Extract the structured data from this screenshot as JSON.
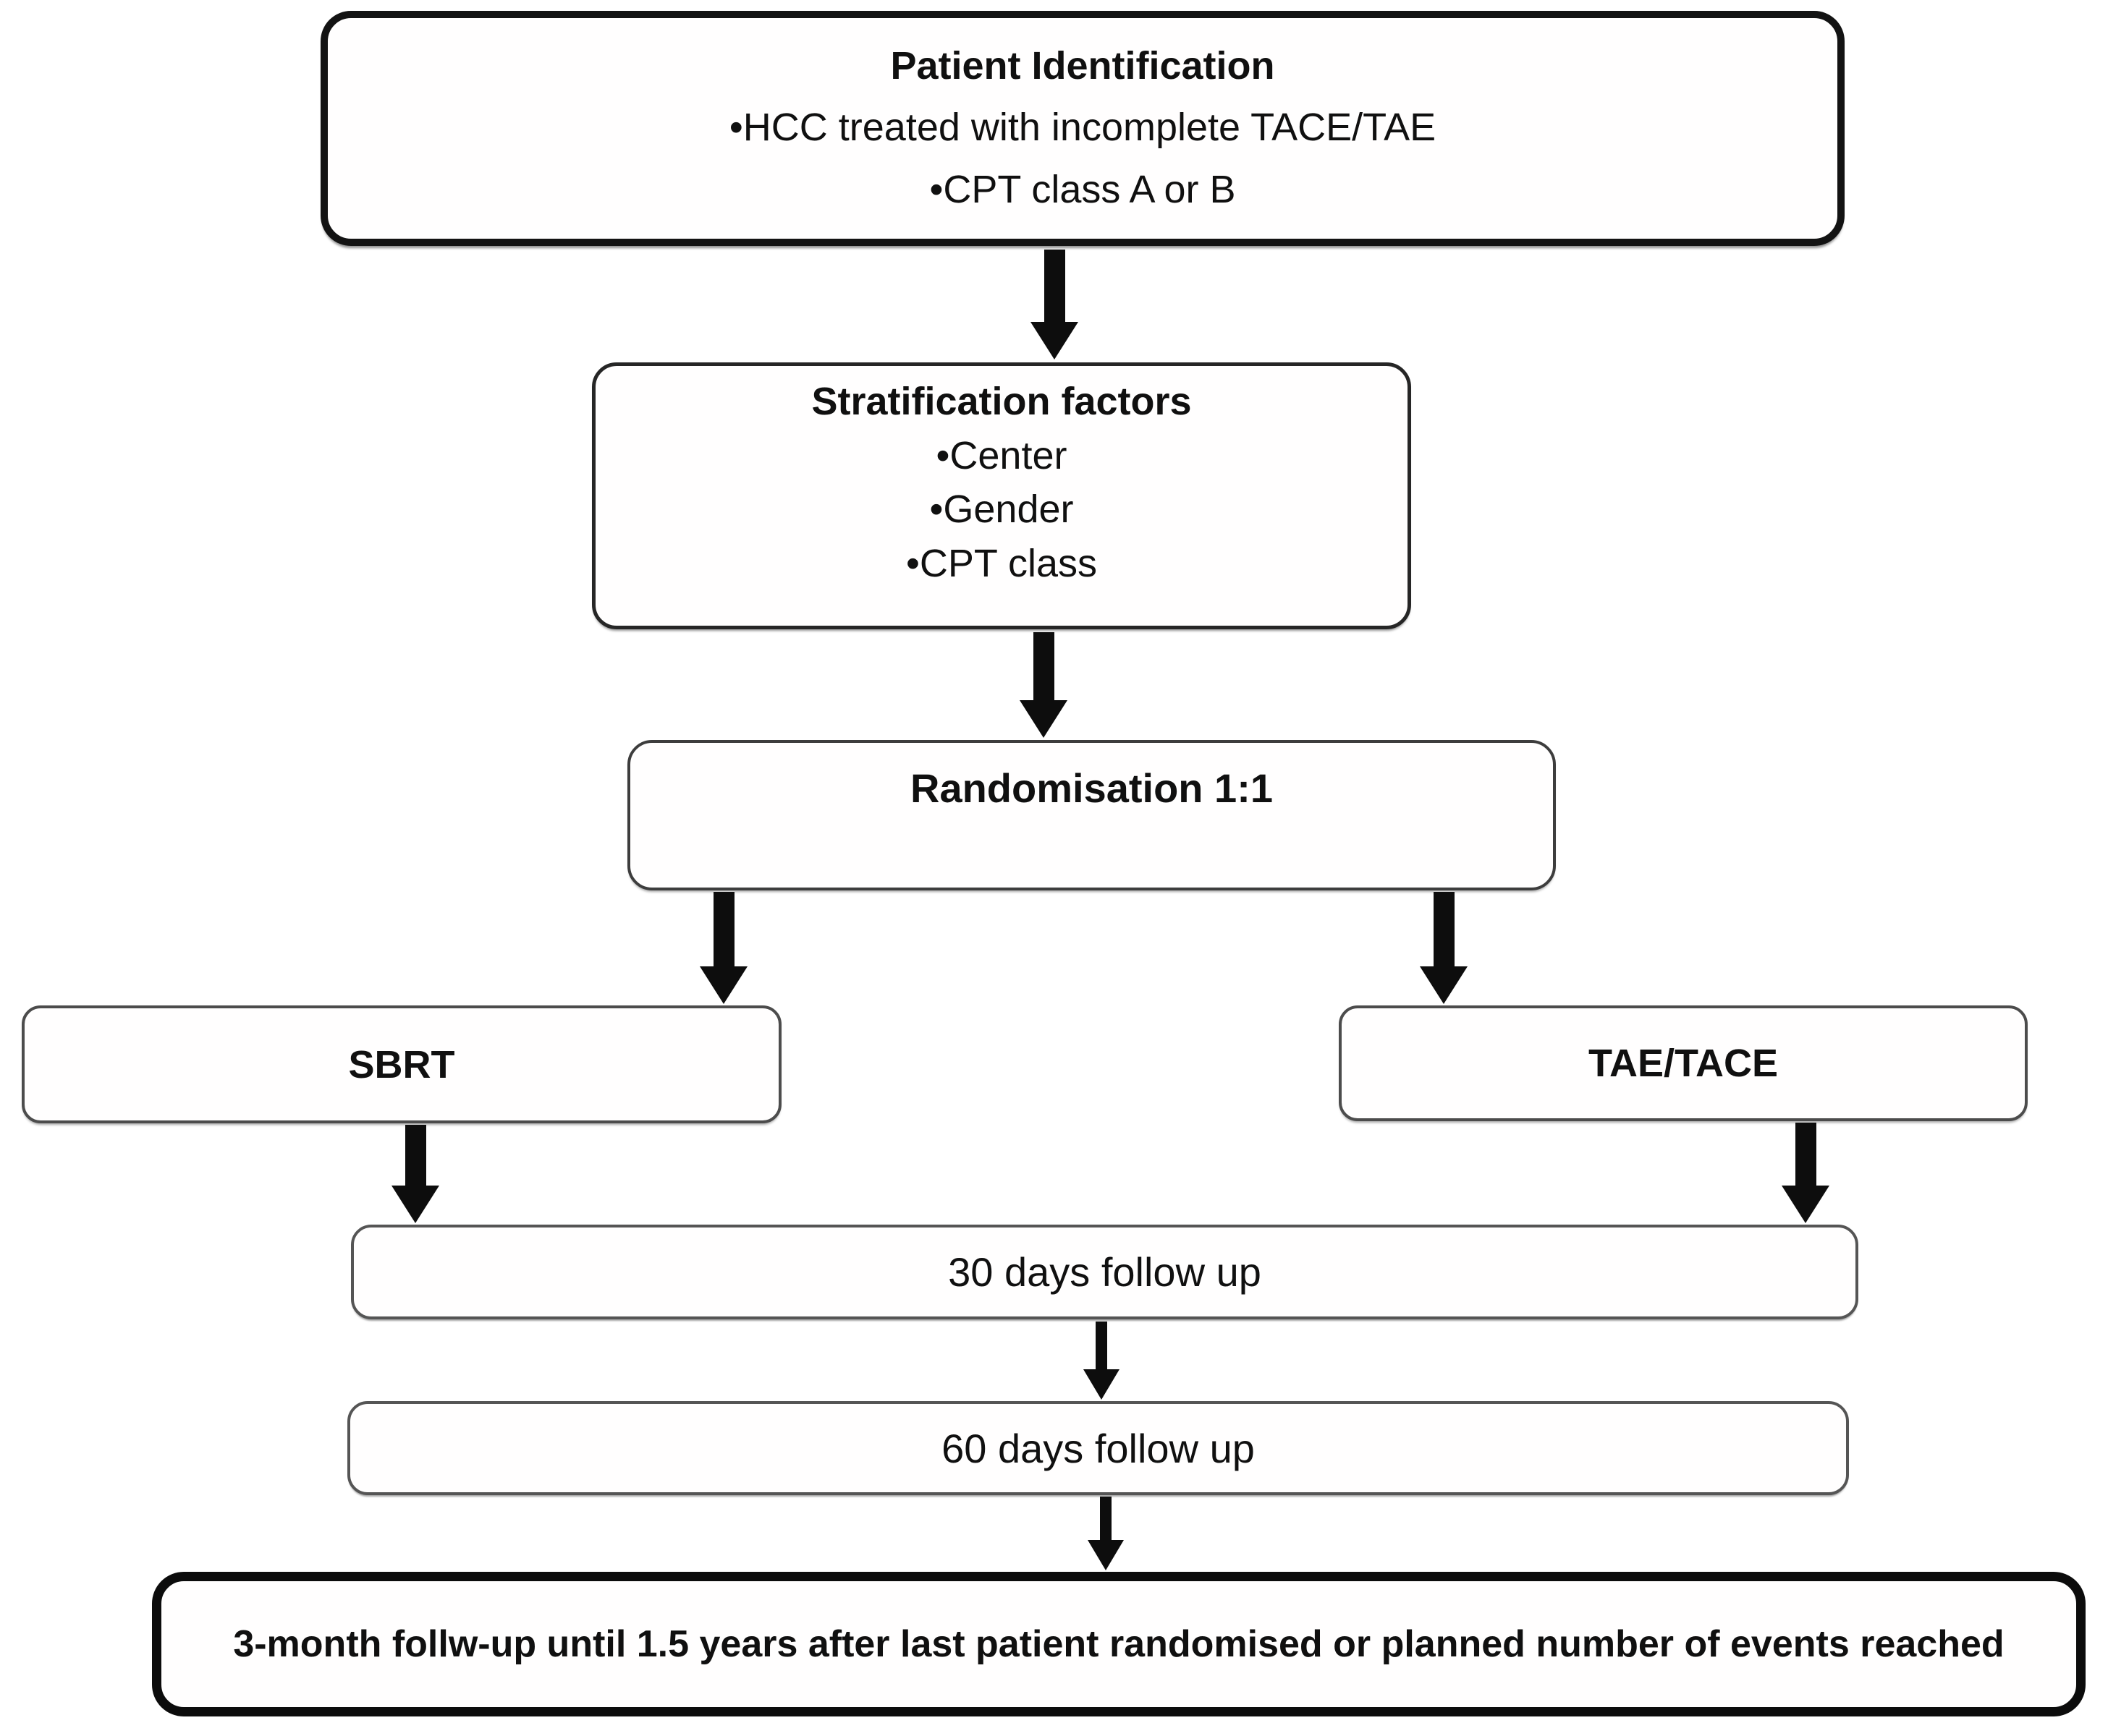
{
  "flow": {
    "patient": {
      "title": "Patient Identification",
      "bullets": [
        "•HCC treated with incomplete TACE/TAE",
        "•CPT class A or B"
      ]
    },
    "stratification": {
      "title": "Stratification factors",
      "bullets": [
        "•Center",
        "•Gender",
        "•CPT class"
      ]
    },
    "randomisation": {
      "title": "Randomisation 1:1"
    },
    "sbrt": {
      "title": "SBRT"
    },
    "tae_tace": {
      "title": "TAE/TACE"
    },
    "followup_30": {
      "title": "30 days follow up"
    },
    "followup_60": {
      "title": "60 days follow up"
    },
    "final_followup": {
      "title": "3-month follw-up until 1.5 years after last patient randomised or planned number of events reached"
    }
  },
  "colors": {
    "background": "#ffffff",
    "text": "#101010",
    "arrow": "#0d0d0d",
    "border_heavy": "#131313",
    "border_light": "#4c4c4c"
  }
}
